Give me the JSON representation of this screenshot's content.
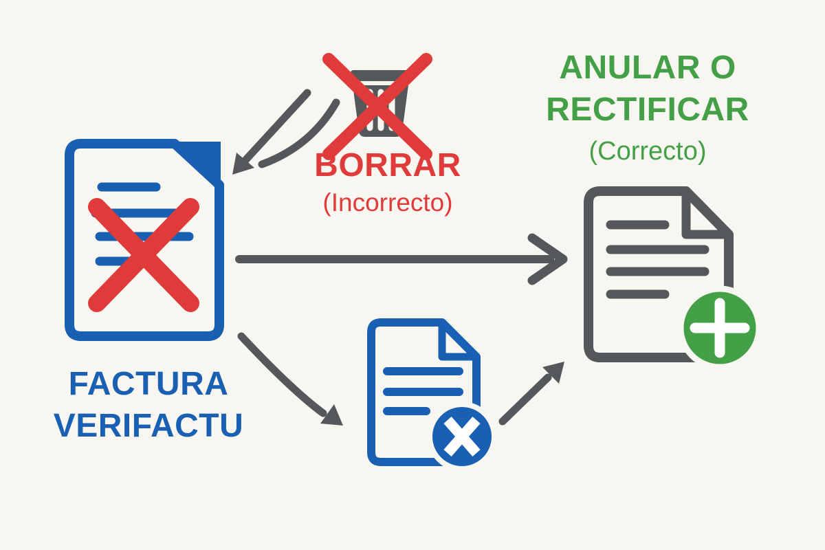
{
  "colors": {
    "background": "#F7F6F1",
    "blue": "#1A60B2",
    "red": "#E03B3B",
    "green": "#43A047",
    "gray": "#54585A",
    "white": "#FFFFFF"
  },
  "source": {
    "line1": "FACTURA",
    "line2": "VERIFACTU"
  },
  "wrong_path": {
    "title": "BORRAR",
    "subtitle": "(Incorrecto)"
  },
  "correct_path": {
    "line1": "ANULAR O",
    "line2": "RECTIFICAR",
    "subtitle": "(Correcto)"
  },
  "icons": {
    "invoice_crossed": "document-with-red-cross-icon",
    "trash_forbidden": "crossed-out-trash-can-icon",
    "cancelled_invoice": "document-with-x-badge-icon",
    "new_invoice": "document-with-plus-badge-icon"
  }
}
